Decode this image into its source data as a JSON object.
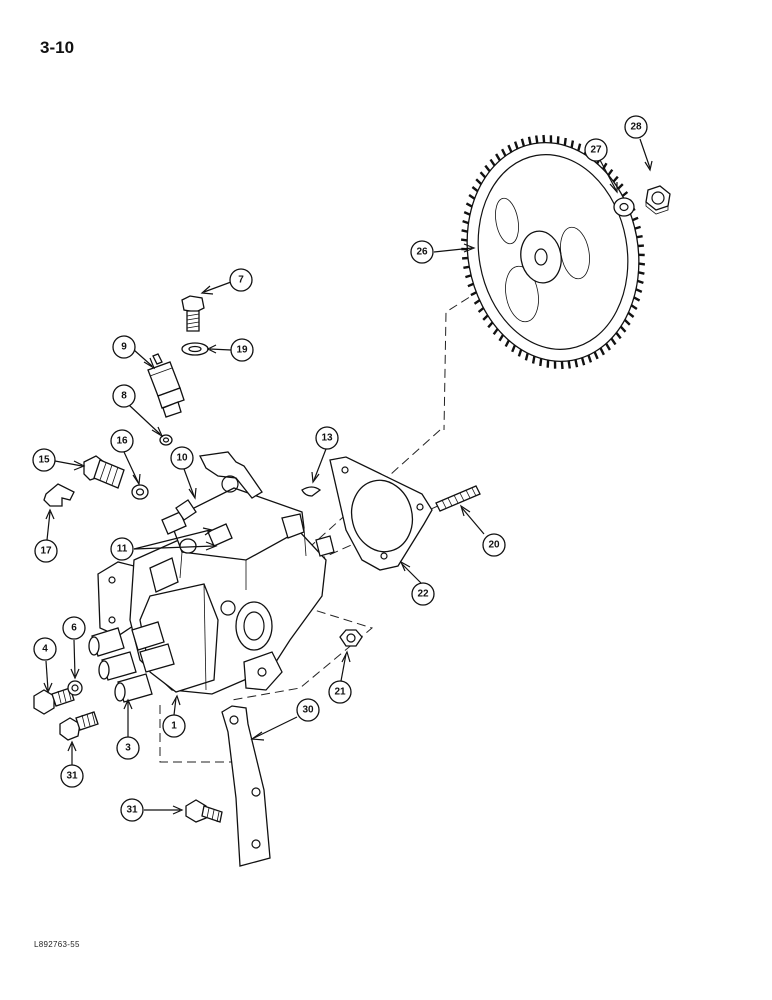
{
  "page": {
    "number": "3-10",
    "figure_code": "L892763-55"
  },
  "colors": {
    "ink": "#111111",
    "paper": "#ffffff"
  },
  "callouts": [
    {
      "id": "c28",
      "label": "28"
    },
    {
      "id": "c27",
      "label": "27"
    },
    {
      "id": "c26",
      "label": "26"
    },
    {
      "id": "c7",
      "label": "7"
    },
    {
      "id": "c9",
      "label": "9"
    },
    {
      "id": "c19",
      "label": "19"
    },
    {
      "id": "c8",
      "label": "8"
    },
    {
      "id": "c13",
      "label": "13"
    },
    {
      "id": "c15",
      "label": "15"
    },
    {
      "id": "c16",
      "label": "16"
    },
    {
      "id": "c10",
      "label": "10"
    },
    {
      "id": "c17",
      "label": "17"
    },
    {
      "id": "c11",
      "label": "11"
    },
    {
      "id": "c20",
      "label": "20"
    },
    {
      "id": "c22",
      "label": "22"
    },
    {
      "id": "c4",
      "label": "4"
    },
    {
      "id": "c6",
      "label": "6"
    },
    {
      "id": "c21",
      "label": "21"
    },
    {
      "id": "c1",
      "label": "1"
    },
    {
      "id": "c30",
      "label": "30"
    },
    {
      "id": "c3",
      "label": "3"
    },
    {
      "id": "c31a",
      "label": "31"
    },
    {
      "id": "c31b",
      "label": "31"
    }
  ]
}
